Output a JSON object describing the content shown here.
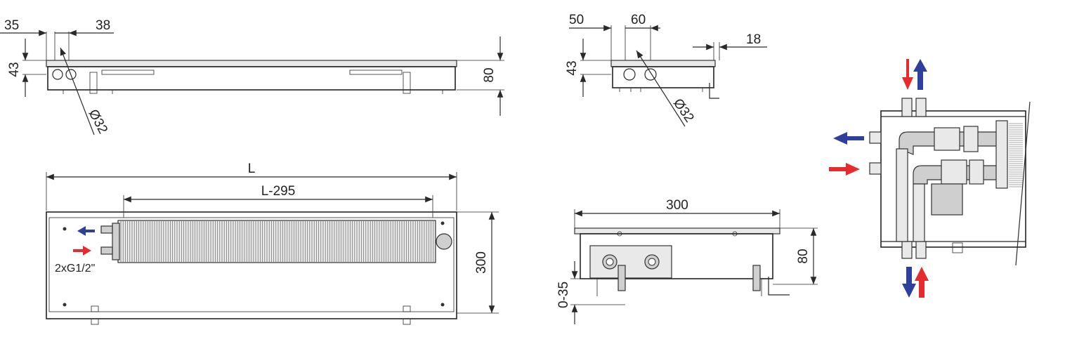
{
  "dimensions": {
    "top_left": {
      "d35": "35",
      "d38": "38",
      "d43": "43",
      "d80": "80",
      "dia32": "Ø32"
    },
    "top_mid": {
      "d50": "50",
      "d60": "60",
      "d18": "18",
      "d43": "43",
      "dia32": "Ø32"
    },
    "plan": {
      "length": "L",
      "length_minus": "L-295",
      "width": "300",
      "connection": "2xG1/2\""
    },
    "section": {
      "width": "300",
      "height": "80",
      "adjust": "0-35"
    }
  },
  "colors": {
    "supply_arrow": "#e52b2b",
    "return_arrow": "#2e3f9e",
    "line": "#2a2a2a"
  },
  "icons": {
    "supply": "arrow-right-icon",
    "return": "arrow-left-icon"
  }
}
